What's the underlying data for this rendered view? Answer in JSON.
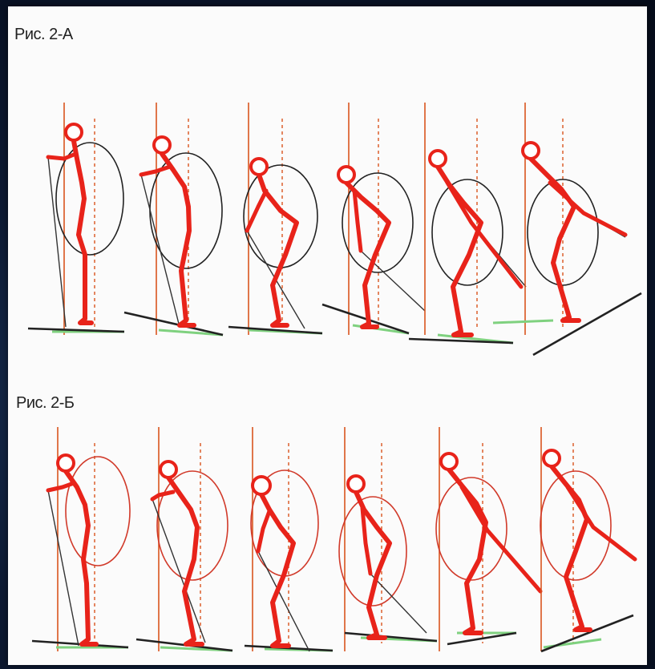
{
  "figures": {
    "a": {
      "caption": "Рис. 2-А",
      "circle_color": "#222222"
    },
    "b": {
      "caption": "Рис. 2-Б",
      "circle_color": "#d13a2a"
    }
  },
  "colors": {
    "body": "#e8231a",
    "guide_line": "#d9551f",
    "ski": "#222222",
    "pole": "#333333",
    "ground_tint": "#7fd17f"
  },
  "phases_per_figure": 6
}
